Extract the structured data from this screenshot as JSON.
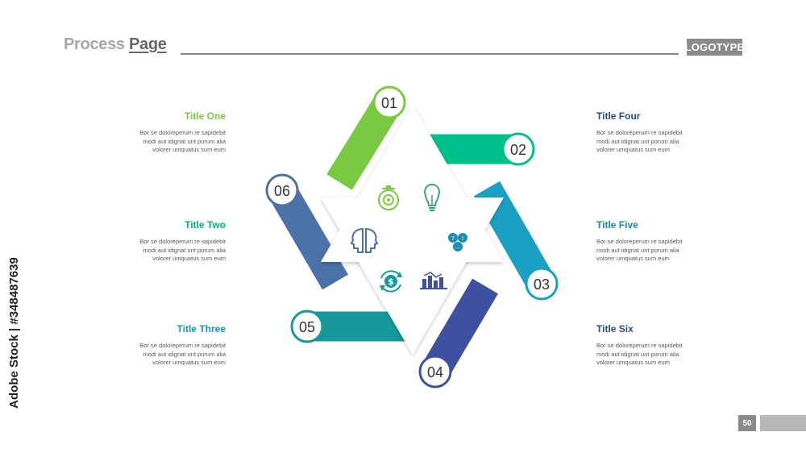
{
  "header": {
    "title_light": "Process ",
    "title_strong": "Page",
    "logotype": "LOGOTYPE"
  },
  "steps": [
    {
      "number": "01",
      "title": "Title One",
      "body": "Bor se doloreperum re sapidebit\nmodi aut idignat unt porum alia\nvolorer umquatus sum eum",
      "color": "#7ac943"
    },
    {
      "number": "02",
      "title": "Title Two",
      "body": "Bor se doloreperum re sapidebit\nmodi aut idignat unt porum alia\nvolorer umquatus sum eum",
      "color": "#00c08b"
    },
    {
      "number": "03",
      "title": "Title Three",
      "body": "Bor se doloreperum re sapidebit\nmodi aut idignat unt porum alia\nvolorer umquatus sum eum",
      "color": "#1ba0c3"
    },
    {
      "number": "04",
      "title": "Title Four",
      "body": "Bor se doloreperum re sapidebit\nmodi aut idignat unt porum alia\nvolorer umquatus sum eum",
      "color": "#4050a0"
    },
    {
      "number": "05",
      "title": "Title Five",
      "body": "Bor se doloreperum re sapidebit\nmodi aut idignat unt porum alia\nvolorer umquatus sum eum",
      "color": "#17999c"
    },
    {
      "number": "06",
      "title": "Title Six",
      "body": "Bor se doloreperum re sapidebit\nmodi aut idignat unt porum alia\nvolorer umquatus sum eum",
      "color": "#4a72a8"
    }
  ],
  "title_colors": {
    "left": "#7ac943",
    "right": "#2c4a8a"
  },
  "icons": [
    "stopwatch-icon",
    "lightbulb-icon",
    "heads-icon",
    "chat-bubbles-icon",
    "dollar-refresh-icon",
    "bar-chart-icon"
  ],
  "page_number": "50",
  "watermark_side_text": "Adobe Stock | #348487639"
}
